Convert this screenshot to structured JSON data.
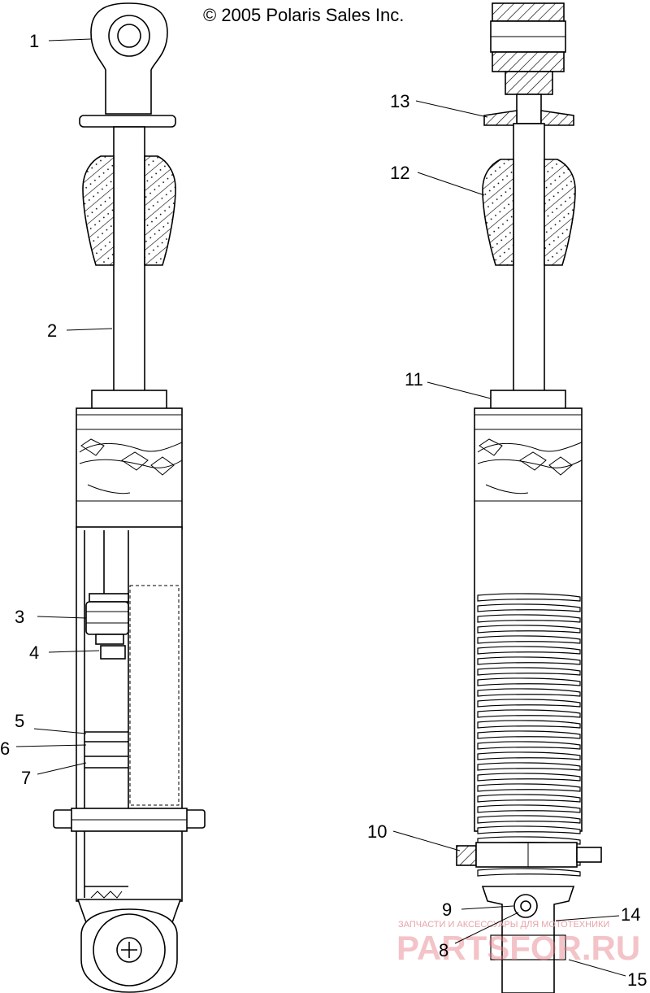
{
  "copyright": "© 2005 Polaris Sales Inc.",
  "watermark": {
    "small_text": "ЗАПЧАСТИ И АКСЕССУАРЫ ДЛЯ МОТОТЕХНИКИ",
    "big_text": "PARTSFOR.RU"
  },
  "callouts": {
    "c1": "1",
    "c2": "2",
    "c3": "3",
    "c4": "4",
    "c5": "5",
    "c6": "6",
    "c7": "7",
    "c8": "8",
    "c9": "9",
    "c10": "10",
    "c11": "11",
    "c12": "12",
    "c13": "13",
    "c14": "14",
    "c15": "15"
  }
}
